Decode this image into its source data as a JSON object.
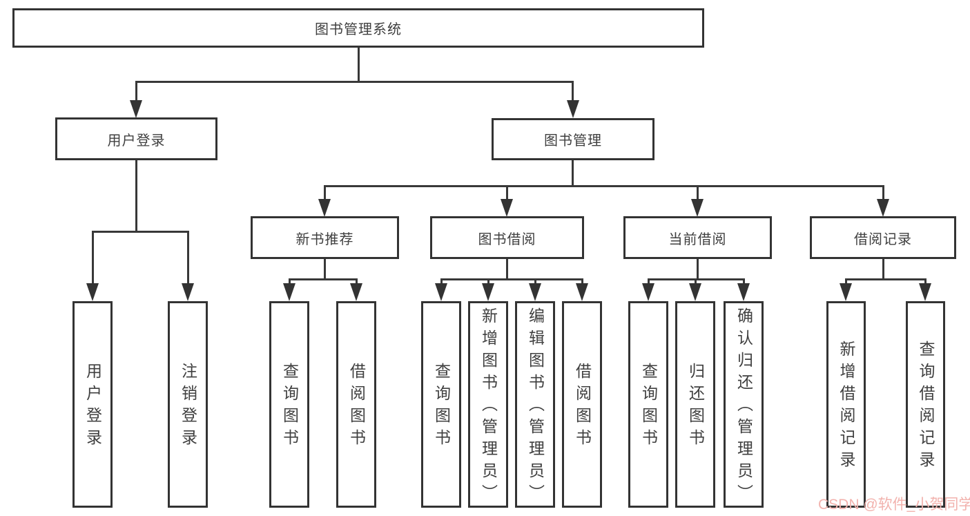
{
  "tree": {
    "root": {
      "label": "图书管理系统"
    },
    "level2": [
      {
        "label": "用户登录"
      },
      {
        "label": "图书管理"
      }
    ],
    "level3": [
      {
        "label": "新书推荐"
      },
      {
        "label": "图书借阅"
      },
      {
        "label": "当前借阅"
      },
      {
        "label": "借阅记录"
      }
    ],
    "leaves": {
      "user_login": [
        "用户登录",
        "注销登录"
      ],
      "new_books": [
        "查询图书",
        "借阅图书"
      ],
      "book_borrow": [
        "查询图书",
        "新增图书（管理员）",
        "编辑图书（管理员）",
        "借阅图书"
      ],
      "current_borrow": [
        "查询图书",
        "归还图书",
        "确认归还（管理员）"
      ],
      "borrow_records": [
        "新增借阅记录",
        "查询借阅记录"
      ]
    }
  },
  "watermark": {
    "text": "CSDN @软件_小贺同学",
    "color": "#f2b2ad"
  },
  "colors": {
    "border": "#333333",
    "line": "#383838",
    "text": "#3f3f3f",
    "background": "#ffffff"
  }
}
